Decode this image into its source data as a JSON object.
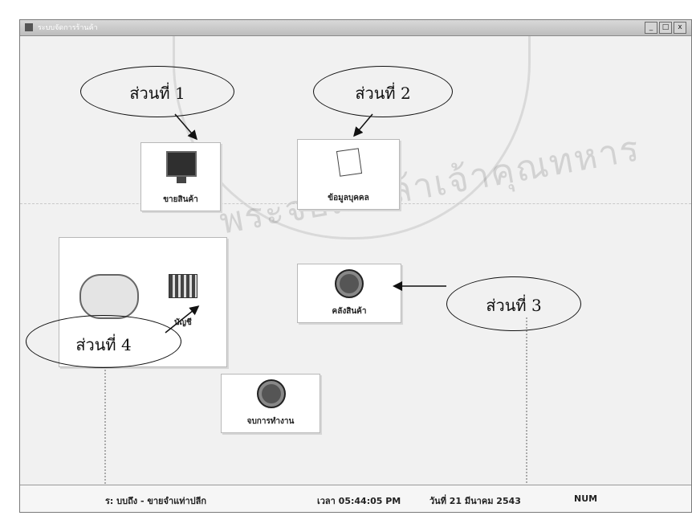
{
  "window": {
    "title": "ระบบจัดการร้านค้า",
    "minimize": "_",
    "maximize": "□",
    "close": "x"
  },
  "tiles": {
    "sales": "ขายสินค้า",
    "personal": "ข้อมูลบุคคล",
    "accounts": "บัญชี",
    "warehouse": "คลังสินค้า",
    "exit": "จบการทำงาน"
  },
  "callouts": {
    "part1": "ส่วนที่ 1",
    "part2": "ส่วนที่ 2",
    "part3": "ส่วนที่ 3",
    "part4": "ส่วนที่ 4"
  },
  "watermark": "พระจอมเกล้าเจ้าคุณทหาร",
  "statusbar": {
    "user": "ร: บบถึง - ขายจำแท่าปลีก",
    "time": "เวลา 05:44:05 PM",
    "date": "วันที่ 21 มีนาคม 2543",
    "mode": "NUM"
  },
  "icons": {
    "sales": "monitor-icon",
    "personal": "document-icon",
    "accounts": "books-icon",
    "warehouse": "apple-icon",
    "exit": "power-icon"
  }
}
